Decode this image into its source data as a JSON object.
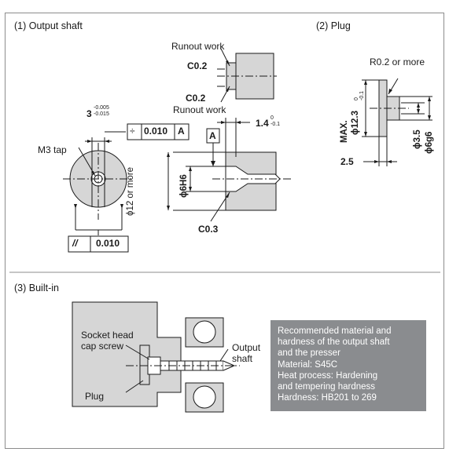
{
  "sections": {
    "output_shaft": {
      "title": "(1) Output shaft",
      "labels": {
        "runout_top": "Runout work",
        "c02_top": "C0.2",
        "c02_bottom": "C0.2",
        "runout_bottom": "Runout work",
        "width_main": "3",
        "width_upper": "-0.005",
        "width_lower": "-0.015",
        "perp_symbol": "÷",
        "perp_value": "0.010",
        "perp_datum": "A",
        "datum_a": "A",
        "length_main": "1.4",
        "length_upper": "0",
        "length_lower": "-0.1",
        "m3_tap": "M3 tap",
        "dia_min": "ϕ12 or more",
        "dia_h6": "ϕ6H6",
        "c03": "C0.3",
        "parallel_symbol": "//",
        "parallel_value": "0.010"
      }
    },
    "plug": {
      "title": "(2) Plug",
      "labels": {
        "radius": "R0.2 or more",
        "max_label": "MAX.",
        "dia_main": "ϕ12.3",
        "dia_upper": "0",
        "dia_lower": "-0.1",
        "dia_small": "ϕ3.5",
        "dia_g6": "ϕ6g6",
        "thickness": "2.5"
      }
    },
    "built_in": {
      "title": "(3) Built-in",
      "labels": {
        "socket_line1": "Socket head",
        "socket_line2": "cap screw",
        "output_line1": "Output",
        "output_line2": "shaft",
        "plug": "Plug"
      }
    }
  },
  "note": {
    "lines": [
      "Recommended material and",
      "hardness of the output shaft",
      "and the presser",
      "Material: S45C",
      "Heat process: Hardening",
      "and tempering hardness",
      "Hardness: HB201 to 269"
    ],
    "background": "#8a8c8f"
  }
}
